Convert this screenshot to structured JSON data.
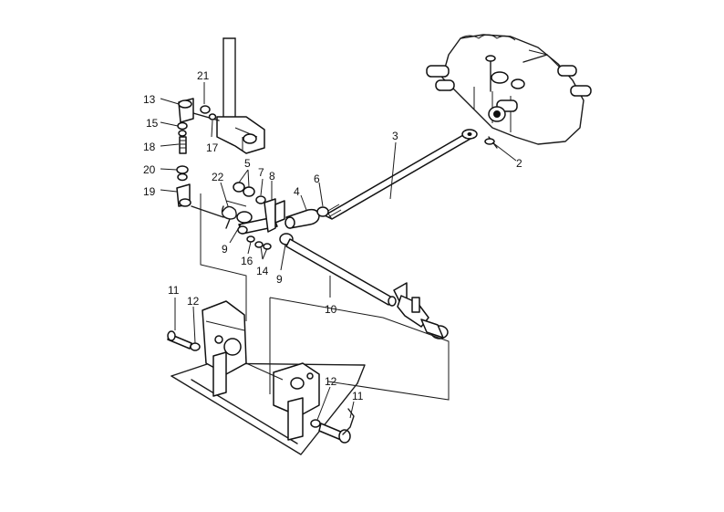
{
  "callouts": [
    {
      "id": "2",
      "text": "2"
    },
    {
      "id": "3",
      "text": "3"
    },
    {
      "id": "4",
      "text": "4"
    },
    {
      "id": "5",
      "text": "5"
    },
    {
      "id": "6",
      "text": "6"
    },
    {
      "id": "7",
      "text": "7"
    },
    {
      "id": "8",
      "text": "8"
    },
    {
      "id": "9a",
      "text": "9"
    },
    {
      "id": "9b",
      "text": "9"
    },
    {
      "id": "10",
      "text": "10"
    },
    {
      "id": "11a",
      "text": "11"
    },
    {
      "id": "11b",
      "text": "11"
    },
    {
      "id": "12a",
      "text": "12"
    },
    {
      "id": "12b",
      "text": "12"
    },
    {
      "id": "13",
      "text": "13"
    },
    {
      "id": "14",
      "text": "14"
    },
    {
      "id": "15",
      "text": "15"
    },
    {
      "id": "16",
      "text": "16"
    },
    {
      "id": "17",
      "text": "17"
    },
    {
      "id": "18",
      "text": "18"
    },
    {
      "id": "19",
      "text": "19"
    },
    {
      "id": "20",
      "text": "20"
    },
    {
      "id": "21",
      "text": "21"
    },
    {
      "id": "22",
      "text": "22"
    }
  ]
}
